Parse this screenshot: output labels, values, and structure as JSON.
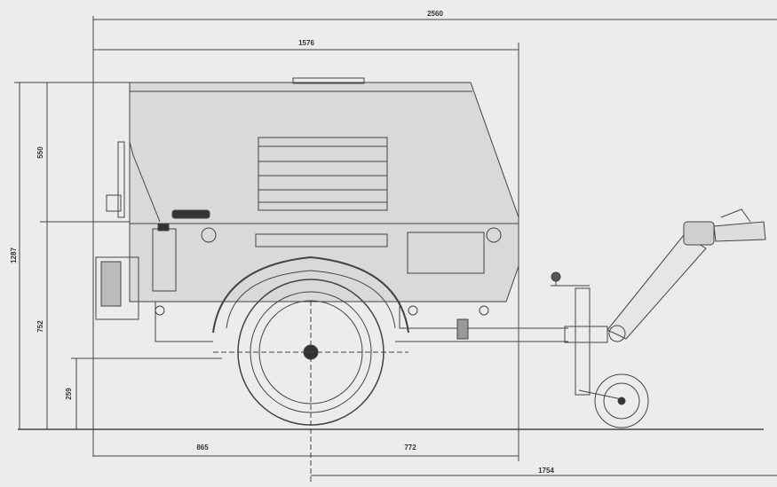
{
  "dimensions": {
    "overall_length": "2560",
    "body_length": "1576",
    "overall_height": "1287",
    "upper_height": "550",
    "lower_height": "752",
    "ground_clearance": "259",
    "rear_to_axle": "865",
    "axle_to_body_front": "772",
    "axle_to_hitch": "1754"
  },
  "colors": {
    "background": "#ececec",
    "line": "#444444",
    "body_fill": "#d9d9d9",
    "dark": "#333333"
  }
}
